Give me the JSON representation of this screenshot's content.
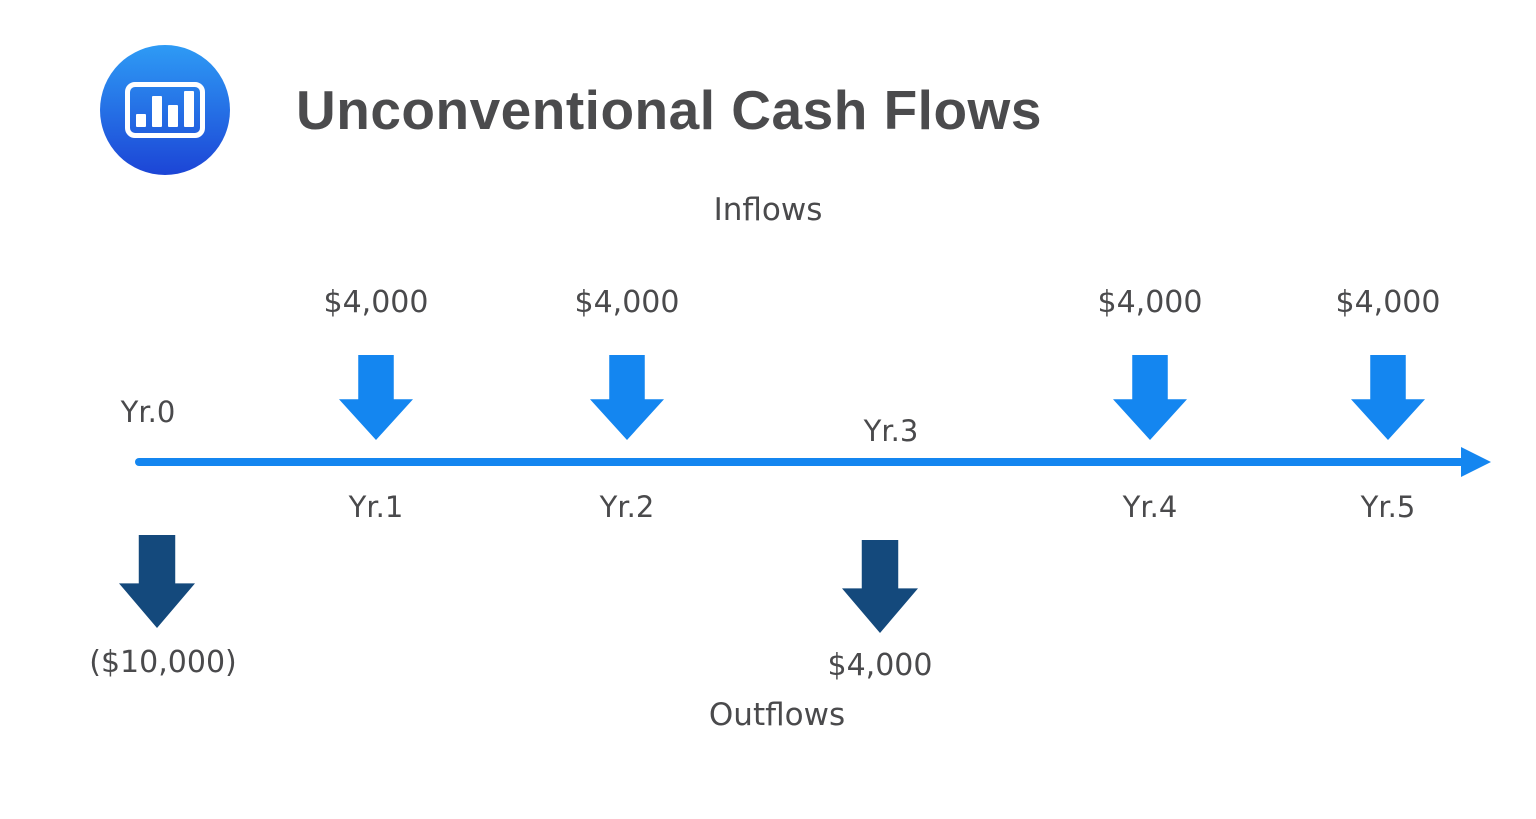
{
  "header": {
    "title": "Unconventional Cash Flows",
    "logo_icon": "bar-chart-icon"
  },
  "sections": {
    "inflows_label": "Inflows",
    "outflows_label": "Outflows"
  },
  "colors": {
    "inflow_arrow": "#1486F0",
    "outflow_arrow": "#14497C",
    "timeline": "#1486F0",
    "text": "#4A4A4C",
    "title_text": "#4B4B4D",
    "logo_gradient_top": "#2E9BF5",
    "logo_gradient_bottom": "#1C45D6",
    "background": "#FFFFFF"
  },
  "timeline": {
    "years_above": [
      {
        "label": "Yr.0"
      },
      {
        "label": "Yr.3"
      }
    ],
    "years_below": [
      {
        "label": "Yr.1"
      },
      {
        "label": "Yr.2"
      },
      {
        "label": "Yr.4"
      },
      {
        "label": "Yr.5"
      }
    ]
  },
  "inflows": [
    {
      "year": "Yr.1",
      "amount": "$4,000"
    },
    {
      "year": "Yr.2",
      "amount": "$4,000"
    },
    {
      "year": "Yr.4",
      "amount": "$4,000"
    },
    {
      "year": "Yr.5",
      "amount": "$4,000"
    }
  ],
  "outflows": [
    {
      "year": "Yr.0",
      "amount": "($10,000)"
    },
    {
      "year": "Yr.3",
      "amount": "$4,000"
    }
  ],
  "chart_data": {
    "type": "timeline",
    "title": "Unconventional Cash Flows",
    "categories": [
      "Yr.0",
      "Yr.1",
      "Yr.2",
      "Yr.3",
      "Yr.4",
      "Yr.5"
    ],
    "values": [
      -10000,
      4000,
      4000,
      -4000,
      4000,
      4000
    ],
    "value_labels": [
      "($10,000)",
      "$4,000",
      "$4,000",
      "$4,000",
      "$4,000",
      "$4,000"
    ],
    "flow_direction": [
      "outflow",
      "inflow",
      "inflow",
      "outflow",
      "inflow",
      "inflow"
    ],
    "annotations": [
      "Inflows",
      "Outflows"
    ],
    "legend_position": "none",
    "grid": false
  }
}
